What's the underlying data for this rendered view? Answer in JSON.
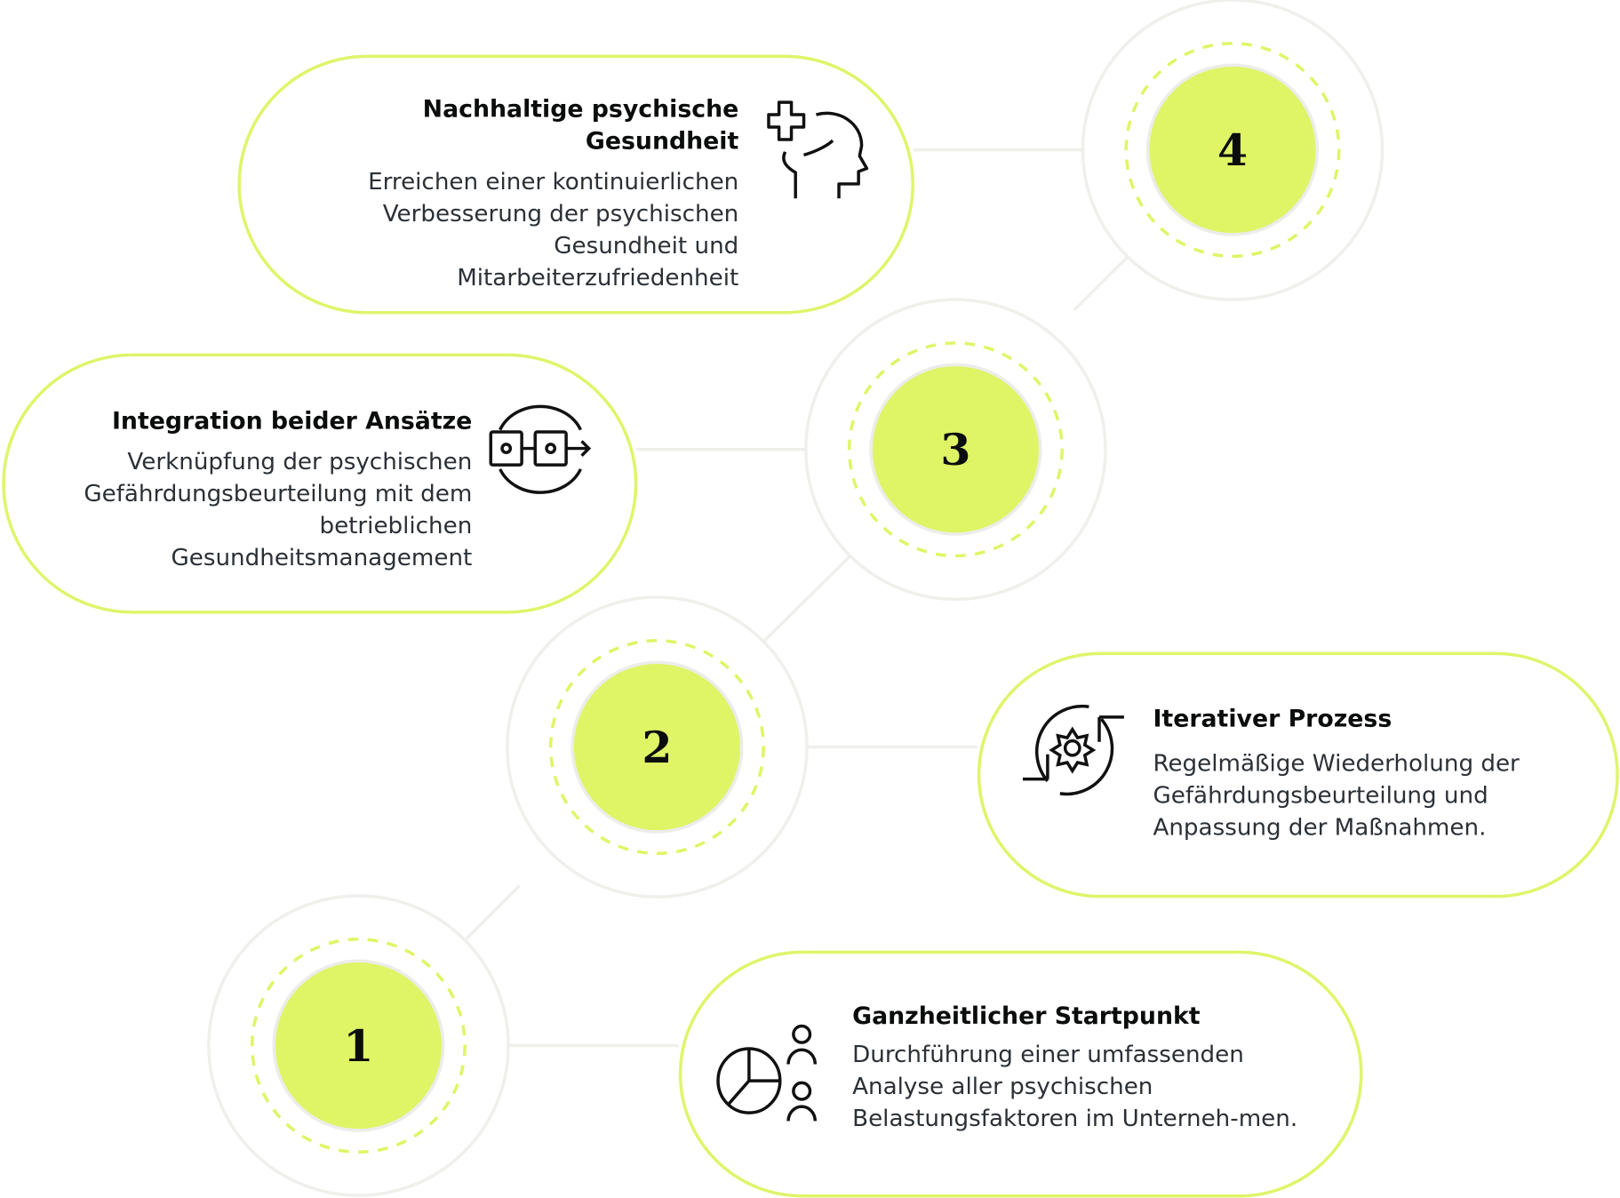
{
  "colors": {
    "accent": "#dff566",
    "ring": "#efefec",
    "text": "#0b0d0c"
  },
  "steps": [
    {
      "number": "1",
      "title": "Ganzheitlicher Startpunkt",
      "body": "Durchführung einer umfassenden Analyse aller psychischen Belastungsfaktoren im Unterneh-men.",
      "icon": "pie-chart-people-icon"
    },
    {
      "number": "2",
      "title": "Iterativer Prozess",
      "body": "Regelmäßige Wiederholung der Gefährdungsbeurteilung und Anpassung der Maßnahmen.",
      "icon": "gear-cycle-icon"
    },
    {
      "number": "3",
      "title": "Integration beider Ansätze",
      "body": "Verknüpfung der psychischen Gefährdungsbeurteilung mit dem betrieblichen Gesundheitsmanagement",
      "icon": "integration-arrows-icon"
    },
    {
      "number": "4",
      "title": "Nachhaltige psychische Gesundheit",
      "body": "Erreichen einer kontinuierlichen Verbesserung der psychischen Gesundheit und Mitarbeiterzufriedenheit",
      "icon": "mental-health-head-icon"
    }
  ]
}
